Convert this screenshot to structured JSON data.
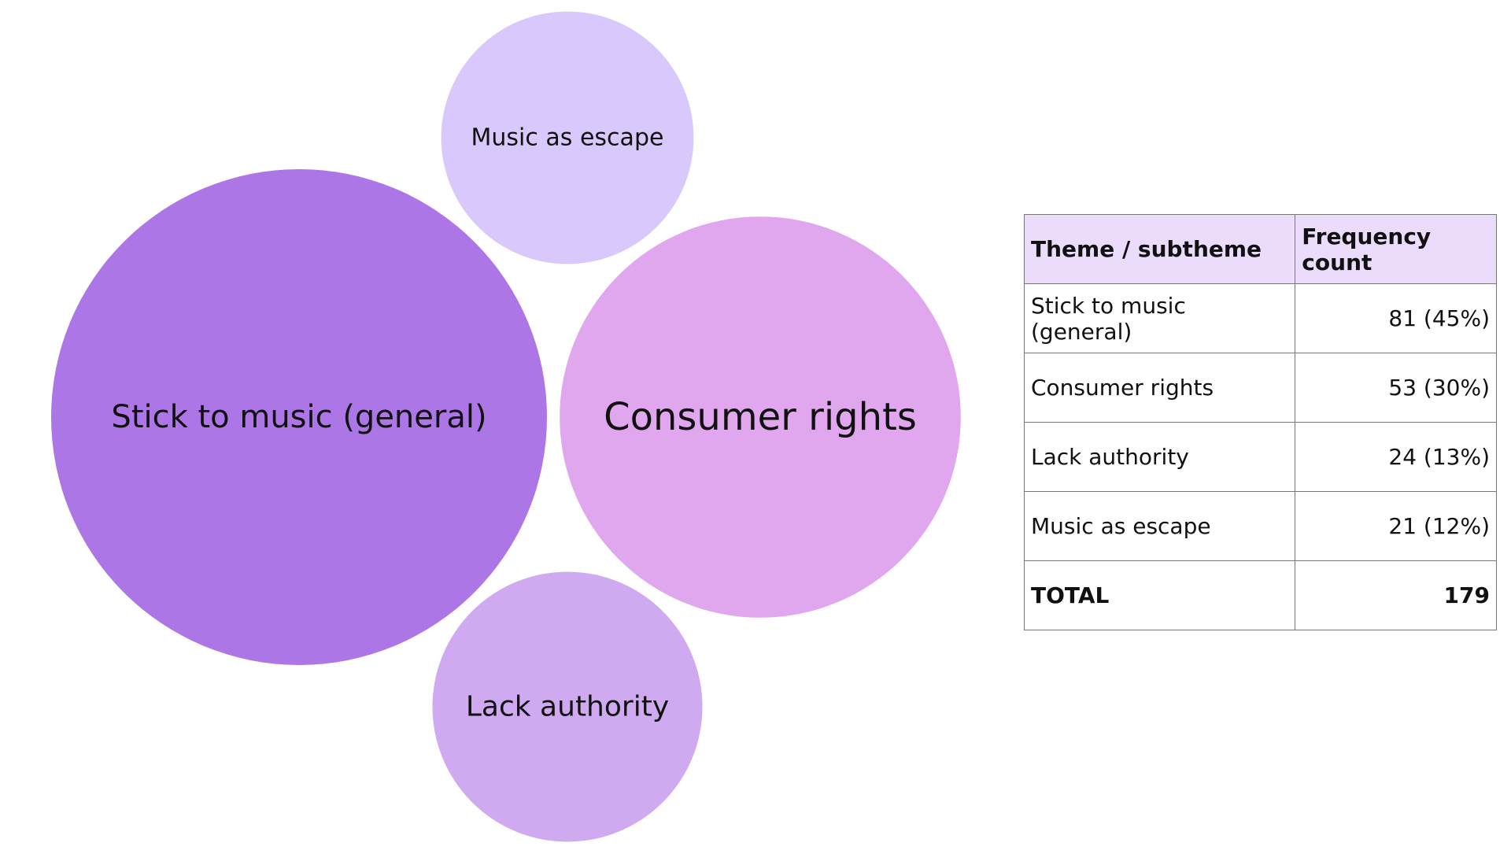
{
  "chart_data": {
    "type": "bubble",
    "bubbles": [
      {
        "label": "Stick to music (general)",
        "count": 81,
        "percent": 45,
        "color": "#ad76e6"
      },
      {
        "label": "Consumer rights",
        "count": 53,
        "percent": 30,
        "color": "#e0a6ee"
      },
      {
        "label": "Lack authority",
        "count": 24,
        "percent": 13,
        "color": "#cfaaf1"
      },
      {
        "label": "Music as escape",
        "count": 21,
        "percent": 12,
        "color": "#d9c8fb"
      }
    ]
  },
  "table": {
    "headers": [
      "Theme / subtheme",
      "Frequency count"
    ],
    "rows": [
      {
        "theme": "Stick to music (general)",
        "frequency": "81 (45%)"
      },
      {
        "theme": "Consumer rights",
        "frequency": "53 (30%)"
      },
      {
        "theme": "Lack authority",
        "frequency": "24 (13%)"
      },
      {
        "theme": "Music as escape",
        "frequency": "21 (12%)"
      }
    ],
    "total_label": "TOTAL",
    "total_value": "179",
    "header_color": "#ecdcfb",
    "border_color": "#777777"
  }
}
